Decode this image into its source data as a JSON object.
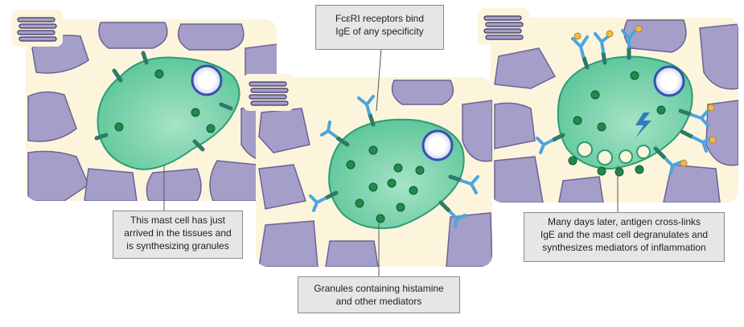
{
  "colors": {
    "background": "#ffffff",
    "tissue": "#fcf5dc",
    "tissue_cell": "#a59ec9",
    "tissue_cell_stroke": "#6a6397",
    "mast_cell": "#6ccfa6",
    "mast_cell_stroke": "#2d9c73",
    "granule": "#1f8a4c",
    "receptor": "#3c8f7a",
    "ige": "#4aa6df",
    "antigen": "#f2b94a",
    "signal": "#2d7fc1",
    "callout_bg": "#e6e6e6"
  },
  "panels": [
    {
      "icon": "tissue-layers-icon",
      "stage": "arrival",
      "caption": [
        "This mast cell has just",
        "arrived in the tissues and",
        "is synthesizing granules"
      ]
    },
    {
      "icon": "tissue-layers-icon",
      "stage": "sensitized",
      "top_caption": [
        "FcεRI receptors bind",
        "IgE of any specificity"
      ],
      "bottom_caption": [
        "Granules containing histamine",
        "and other mediators"
      ]
    },
    {
      "icon": "tissue-layers-icon",
      "stage": "degranulation",
      "caption": [
        "Many days later, antigen cross-links",
        "IgE and the mast cell degranulates and",
        "synthesizes mediators of inflammation"
      ]
    }
  ]
}
